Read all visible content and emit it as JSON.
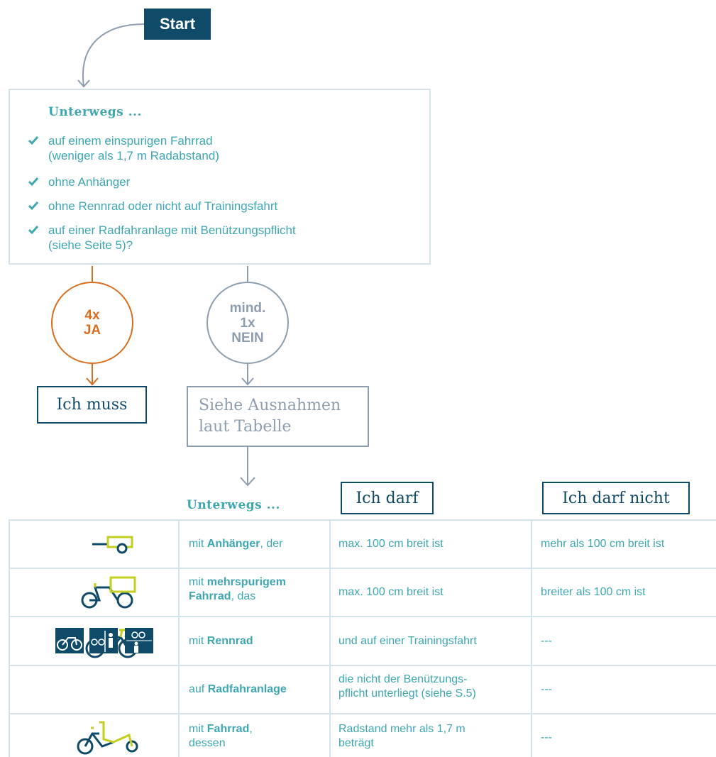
{
  "start_label": "Start",
  "panel": {
    "heading": "Unterwegs ...",
    "items": [
      {
        "line1": "auf einem einspurigen Fahrrad",
        "line2": "(weniger als 1,7 m Radabstand)"
      },
      {
        "line1": "ohne Anhänger",
        "line2": ""
      },
      {
        "line1": "ohne Rennrad oder nicht auf Trainingsfahrt",
        "line2": ""
      },
      {
        "line1": "auf einer Radfahranlage mit Benützungspflicht",
        "line2": "(siehe Seite 5)?"
      }
    ]
  },
  "yes_circle": {
    "line1": "4x",
    "line2": "JA"
  },
  "no_circle": {
    "line1": "mind.",
    "line2": "1x",
    "line3": "NEIN"
  },
  "must_box": "Ich muss",
  "exceptions_box": {
    "line1": "Siehe Ausnahmen",
    "line2": "laut Tabelle"
  },
  "table": {
    "head_left": "Unterwegs ...",
    "head_may": "Ich darf",
    "head_maynot": "Ich darf nicht",
    "rows": [
      {
        "icon": "bike-trailer-icon",
        "pre": "mit ",
        "bold": "Anhänger",
        "post": ", der",
        "pre2": "",
        "may": "max. 100 cm breit ist",
        "may2": "",
        "maynot": "mehr als 100 cm breit ist"
      },
      {
        "icon": "cargo-bike-icon",
        "pre": "mit ",
        "bold": "mehrspurigem",
        "post": "",
        "pre2": "Fahrrad",
        "pre2_post": ", das",
        "may": "max. 100 cm breit ist",
        "may2": "",
        "maynot": "breiter als 100 cm ist"
      },
      {
        "icon": "racing-bike-icon",
        "pre": "mit ",
        "bold": "Rennrad",
        "post": "",
        "pre2": "",
        "may": "und auf einer Trainingsfahrt",
        "may2": "",
        "maynot": "---"
      },
      {
        "icon": "bike-path-signs-icon",
        "pre": "auf ",
        "bold": "Radfahranlage",
        "post": "",
        "pre2": "",
        "may": "die nicht der Benützungs-",
        "may2": "pflicht unterliegt (siehe S.5)",
        "maynot": "---"
      },
      {
        "icon": "long-cargo-bike-icon",
        "pre": "mit ",
        "bold": "Fahrrad",
        "post": ",",
        "pre2": "dessen",
        "may": "Radstand mehr als 1,7 m",
        "may2": "beträgt",
        "maynot": "---"
      }
    ]
  },
  "colors": {
    "navy": "#0f4b68",
    "teal": "#3ea7b2",
    "orange": "#d96d1e",
    "grey": "#8d9eb0",
    "lime": "#c3cf21",
    "border": "#d5e3ea"
  }
}
